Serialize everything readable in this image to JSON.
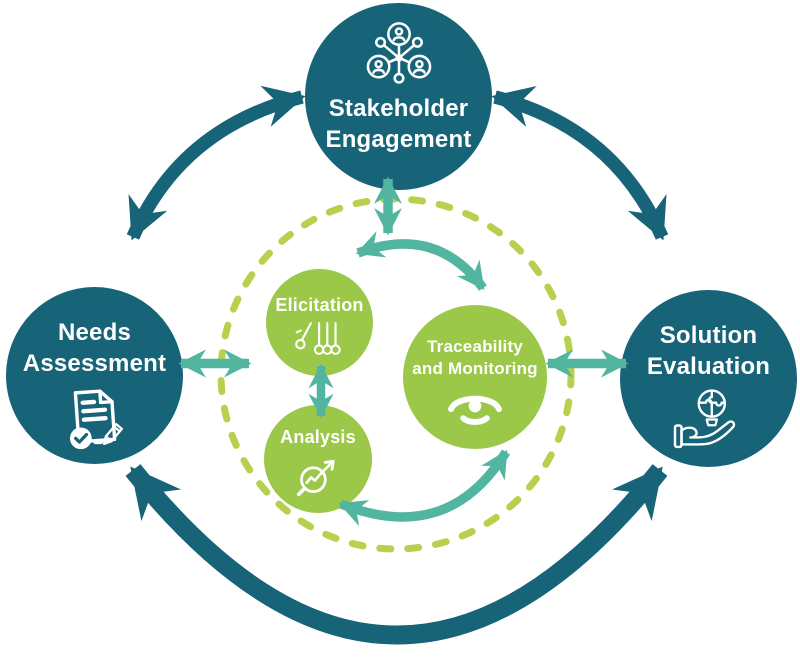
{
  "colors": {
    "outer_node": "#176378",
    "inner_node": "#9CC849",
    "dashed_ring": "#B7D14E",
    "connector_teal": "#52B5A0",
    "label_text": "#FFFFFF"
  },
  "outer_nodes": {
    "stakeholder": {
      "line1": "Stakeholder",
      "line2": "Engagement",
      "icon": "people-network-icon"
    },
    "needs": {
      "line1": "Needs",
      "line2": "Assessment",
      "icon": "document-check-pencil-icon"
    },
    "solution": {
      "line1": "Solution",
      "line2": "Evaluation",
      "icon": "hand-lightbulb-icon"
    }
  },
  "inner_nodes": {
    "elicitation": {
      "label": "Elicitation",
      "icon": "newtons-cradle-icon"
    },
    "analysis": {
      "label": "Analysis",
      "icon": "magnifier-trend-arrow-icon"
    },
    "traceability": {
      "line1": "Traceability",
      "line2": "and Monitoring",
      "icon": "eye-monitor-icon"
    }
  }
}
